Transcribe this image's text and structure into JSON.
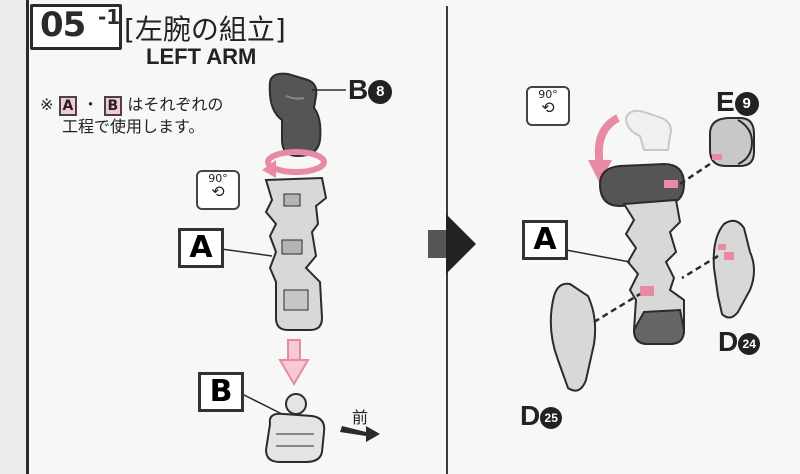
{
  "step": {
    "number": "05",
    "sub": "-1",
    "title_jp": "[左腕の組立]",
    "title_en": "LEFT ARM"
  },
  "note": {
    "symbol": "※",
    "part_a": "A",
    "sep": "・",
    "part_b": "B",
    "line1_suffix": "はそれぞれの",
    "line2": "工程で使用します。"
  },
  "left": {
    "label_b_letter": "B",
    "label_b_num": "8",
    "label_a": "A",
    "label_b_box": "B",
    "rotate": "90°",
    "direction": "前"
  },
  "right": {
    "label_e_letter": "E",
    "label_e_num": "9",
    "label_a": "A",
    "label_d1_letter": "D",
    "label_d1_num": "24",
    "label_d2_letter": "D",
    "label_d2_num": "25",
    "rotate": "90°"
  },
  "colors": {
    "accent_pink": "#e88aa5",
    "part_dark": "#555555",
    "part_light": "#d8d8d6",
    "line": "#2b2b2b"
  }
}
